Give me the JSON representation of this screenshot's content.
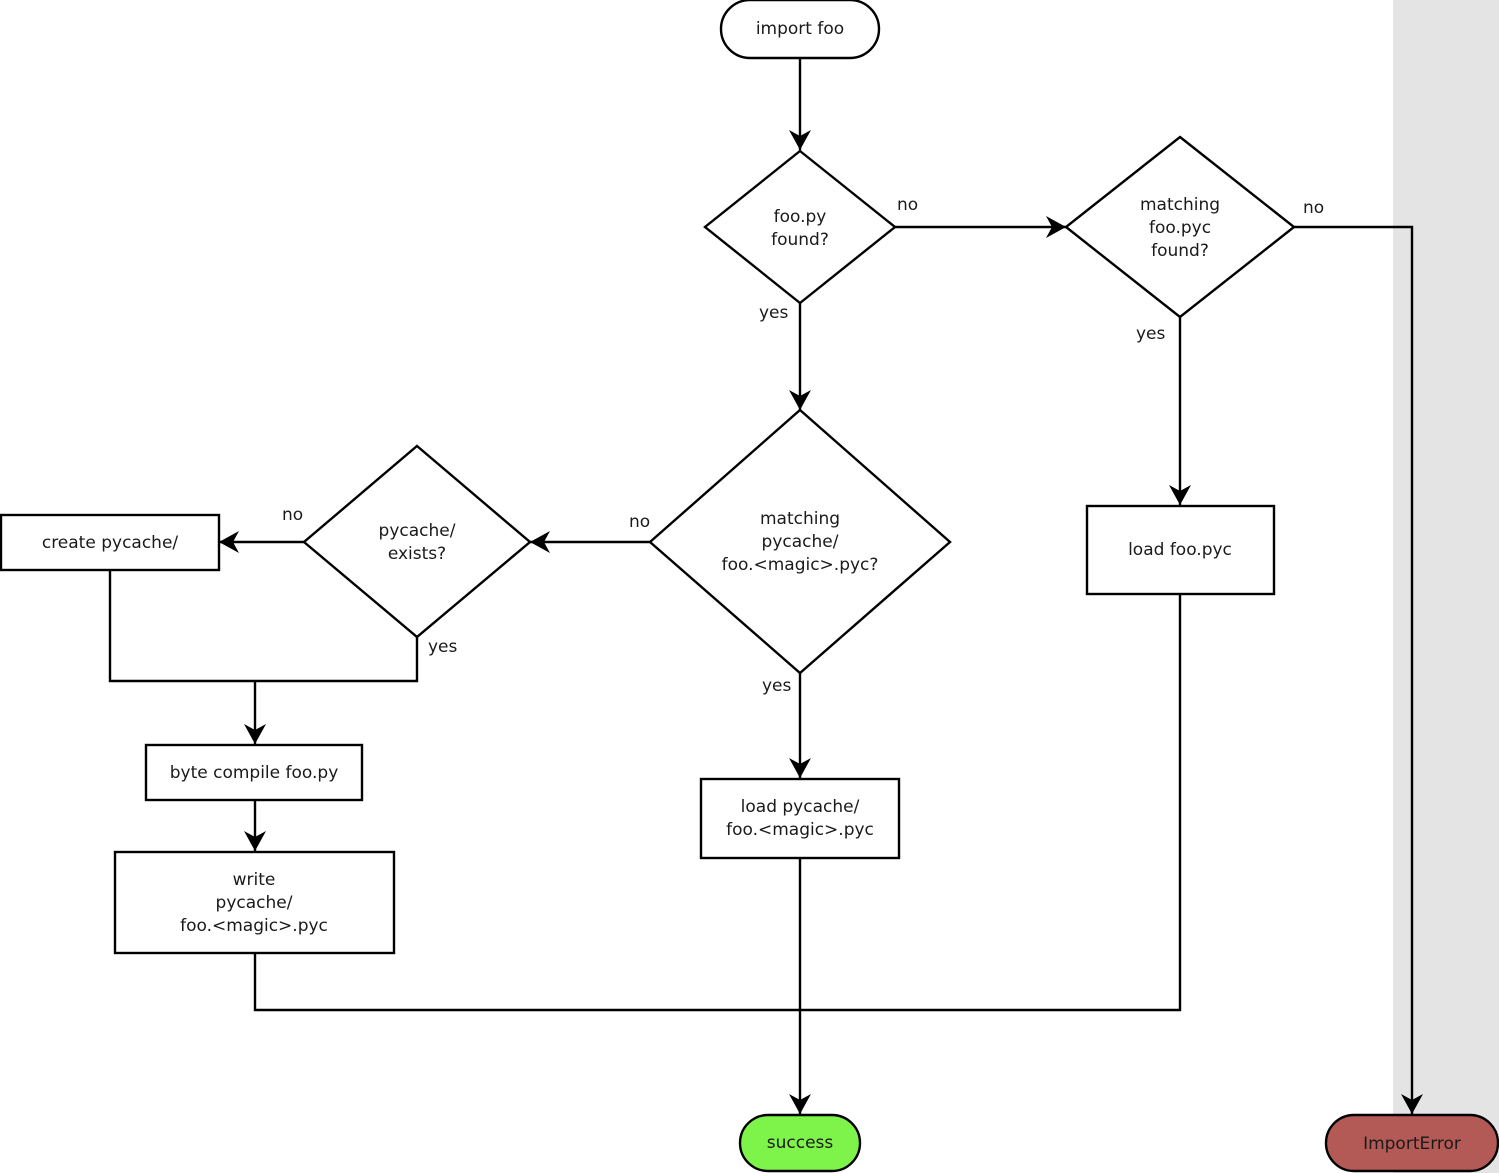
{
  "colors": {
    "success": "#7ef34a",
    "import_error": "#b35a57",
    "side_band": "#e4e4e4"
  },
  "nodes": {
    "import_foo": "import foo",
    "foo_py_found": [
      "foo.py",
      "found?"
    ],
    "matching_foo_pyc_found": [
      "matching",
      "foo.pyc",
      "found?"
    ],
    "matching_pycache_magic": [
      "matching",
      "pycache/",
      "foo.<magic>.pyc?"
    ],
    "pycache_exists": [
      "pycache/",
      "exists?"
    ],
    "create_pycache": "create pycache/",
    "byte_compile": "byte compile foo.py",
    "write_pycache": [
      "write",
      "pycache/",
      "foo.<magic>.pyc"
    ],
    "load_pycache": [
      "load pycache/",
      "foo.<magic>.pyc"
    ],
    "load_foo_pyc": "load foo.pyc",
    "success": "success",
    "import_error": "ImportError"
  },
  "labels": {
    "foo_py_no": "no",
    "foo_py_yes": "yes",
    "foo_pyc_no": "no",
    "foo_pyc_yes": "yes",
    "pycache_magic_no": "no",
    "pycache_magic_yes": "yes",
    "pycache_exists_no": "no",
    "pycache_exists_yes": "yes"
  }
}
